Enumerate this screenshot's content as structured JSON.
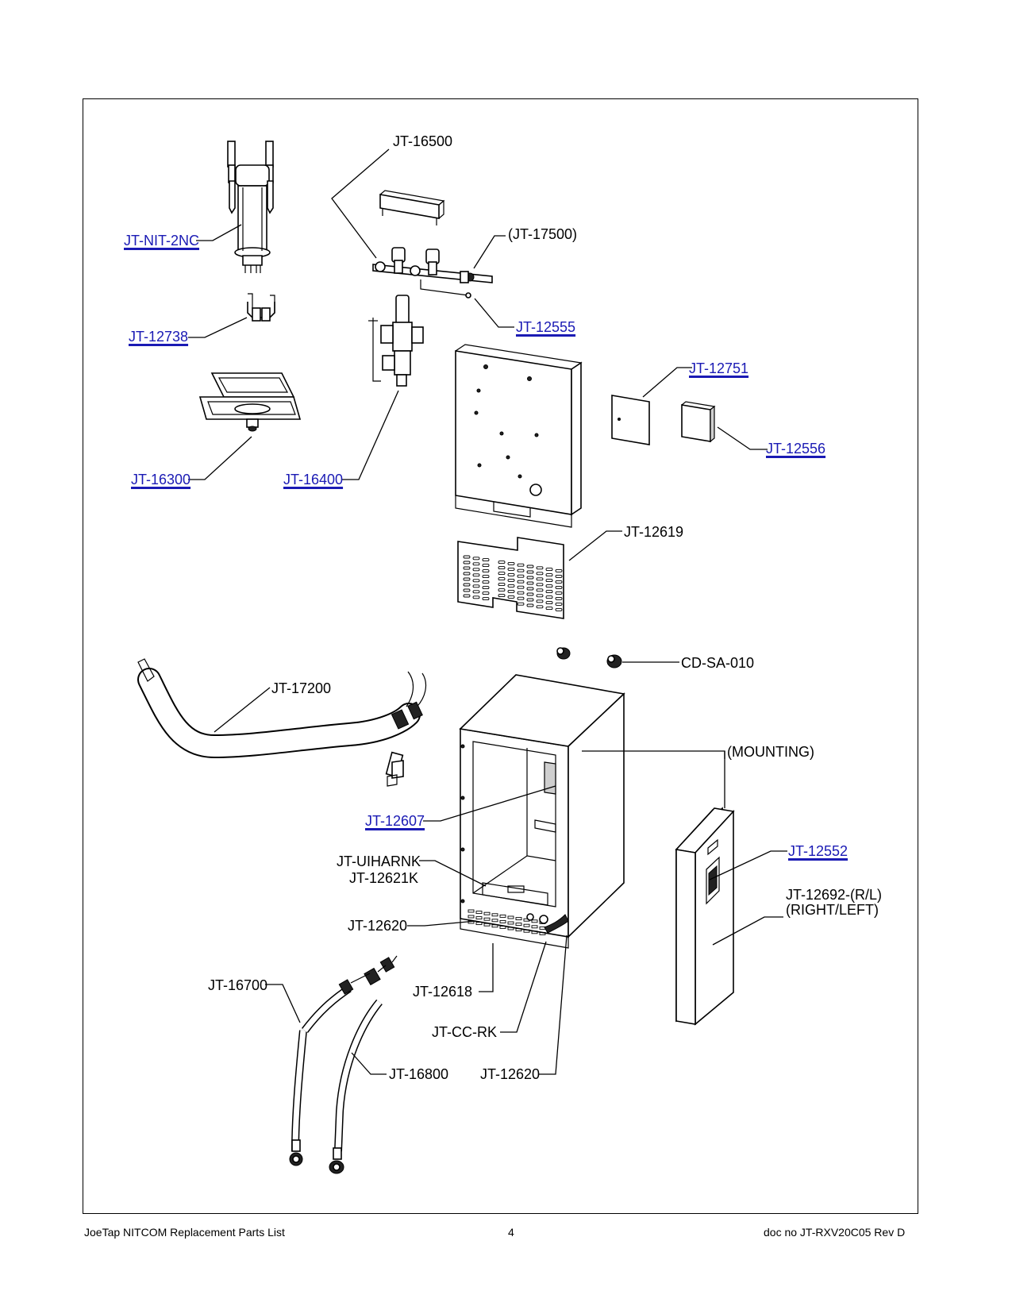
{
  "callouts": {
    "jt_16500": "JT-16500",
    "jt_nit_2nc": "JT-NIT-2NC",
    "jt_17500": "(JT-17500)",
    "jt_12738": "JT-12738",
    "jt_12555": "JT-12555",
    "jt_12751": "JT-12751",
    "jt_12556": "JT-12556",
    "jt_16300": "JT-16300",
    "jt_16400": "JT-16400",
    "jt_12619": "JT-12619",
    "cd_sa_010": "CD-SA-010",
    "jt_17200": "JT-17200",
    "mounting": "(MOUNTING)",
    "jt_12607": "JT-12607",
    "jt_12552": "JT-12552",
    "jt_uiharnk": "JT-UIHARNK",
    "jt_12621k": "JT-12621K",
    "jt_12692": "JT-12692-(R/L)",
    "right_left": "(RIGHT/LEFT)",
    "jt_12620_a": "JT-12620",
    "jt_16700": "JT-16700",
    "jt_12618": "JT-12618",
    "jt_cc_rk": "JT-CC-RK",
    "jt_16800": "JT-16800",
    "jt_12620_b": "JT-12620"
  },
  "footer": {
    "left": "JoeTap NITCOM Replacement Parts List",
    "page": "4",
    "right": "doc no JT-RXV20C05 Rev D"
  },
  "colors": {
    "link": "#1a1ab4",
    "line": "#000000"
  }
}
